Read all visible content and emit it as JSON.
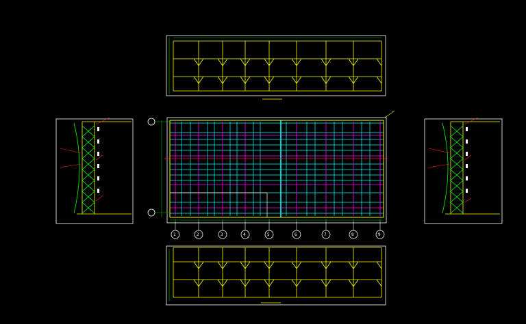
{
  "colors": {
    "background": "#000000",
    "frame": "#ffffff",
    "structure": "#ffff00",
    "bracing": "#00ff00",
    "roof_lines": "#00ffff",
    "purlins": "#ff00ff",
    "labels": "#ff2020",
    "dimensions": "#00c000"
  },
  "top_view": {
    "title": "",
    "beam_labels": [
      "",
      ""
    ]
  },
  "bottom_view": {
    "title": "",
    "span_label": ""
  },
  "left_view": {
    "title": "",
    "notes": [
      "",
      "",
      "",
      "",
      ""
    ]
  },
  "right_view": {
    "title": "",
    "notes": [
      "",
      "",
      "",
      "",
      ""
    ]
  },
  "plan": {
    "callout": "",
    "axis_letters": [
      "",
      ""
    ],
    "axis_numbers": [
      "1",
      "2",
      "3",
      "4",
      "5",
      "6",
      "7",
      "8",
      "9"
    ]
  }
}
